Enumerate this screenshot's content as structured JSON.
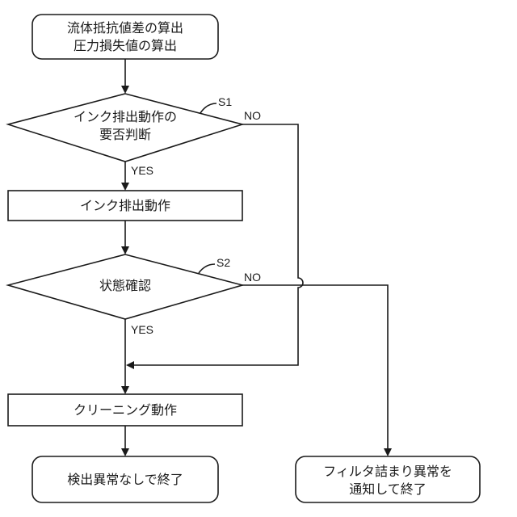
{
  "nodes": {
    "start": {
      "lines": [
        "流体抵抗値差の算出",
        "圧力損失値の算出"
      ]
    },
    "s1": {
      "lines": [
        "インク排出動作の",
        "要否判断"
      ],
      "step": "S1"
    },
    "ink_discharge": {
      "lines": [
        "インク排出動作"
      ]
    },
    "s2": {
      "lines": [
        "状態確認"
      ],
      "step": "S2"
    },
    "cleaning": {
      "lines": [
        "クリーニング動作"
      ]
    },
    "end_ok": {
      "lines": [
        "検出異常なしで終了"
      ]
    },
    "end_filter": {
      "lines": [
        "フィルタ詰まり異常を",
        "通知して終了"
      ]
    }
  },
  "labels": {
    "s1_yes": "YES",
    "s1_no": "NO",
    "s2_yes": "YES",
    "s2_no": "NO"
  }
}
